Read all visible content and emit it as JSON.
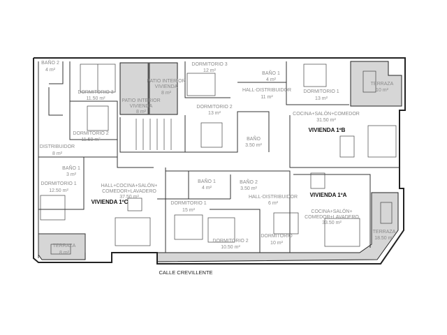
{
  "plan": {
    "street": "CALLE CREVILLENTE",
    "units": [
      {
        "name": "VIVIENDA 1ºC",
        "rooms": [
          {
            "l1": "BAÑO 2",
            "l2": "4 m²"
          },
          {
            "l1": "DORMITORIO 3",
            "l2": "11.50 m²"
          },
          {
            "l1": "DORMITORIO 2",
            "l2": "11.50 m²"
          },
          {
            "l1": "DISTRIBUIDOR",
            "l2": "8 m²"
          },
          {
            "l1": "BAÑO 1",
            "l2": "3 m²"
          },
          {
            "l1": "DORMITORIO 1",
            "l2": "12.50 m²"
          },
          {
            "l1": "HALL+COCINA+SALÓN+",
            "l2": "COMEDOR+LAVADERO",
            "l3": "37.50 m²"
          },
          {
            "l1": "TERRAZA",
            "l2": "8 m²"
          },
          {
            "l1": "PATIO INTERIOR",
            "l2": "VIVIENDA",
            "l3": "8 m²"
          }
        ]
      },
      {
        "name": "VIVIENDA 1ºB",
        "rooms": [
          {
            "l1": "PATIO INTERIOR",
            "l2": "VIVIENDA",
            "l3": "8 m²"
          },
          {
            "l1": "DORMITORIO 3",
            "l2": "12 m²"
          },
          {
            "l1": "DORMITORIO 2",
            "l2": "13 m²"
          },
          {
            "l1": "BAÑO 1",
            "l2": "4 m²"
          },
          {
            "l1": "HALL-DISTRIBUIDOR",
            "l2": "11 m²"
          },
          {
            "l1": "DORMITORIO 1",
            "l2": "13 m²"
          },
          {
            "l1": "TERRAZA",
            "l2": "10 m²"
          },
          {
            "l1": "COCINA+SALÓN+COMEDOR",
            "l2": "31.50 m²"
          },
          {
            "l1": "BAÑO",
            "l2": "3.50 m²"
          }
        ]
      },
      {
        "name": "VIVIENDA 1ºA",
        "rooms": [
          {
            "l1": "BAÑO 1",
            "l2": "4 m²"
          },
          {
            "l1": "BAÑO 2",
            "l2": "3.50 m²"
          },
          {
            "l1": "HALL-DISTRIBUIDOR",
            "l2": "6 m²"
          },
          {
            "l1": "DORMITORIO 1",
            "l2": "15 m²"
          },
          {
            "l1": "DORMITORIO 2",
            "l2": "10.50 m²"
          },
          {
            "l1": "DORMITORIO",
            "l2": "10 m²"
          },
          {
            "l1": "COCINA+SALÓN+",
            "l2": "COMEDOR+LAVADERO",
            "l3": "33.50 m²"
          },
          {
            "l1": "TERRAZA",
            "l2": "18.50 m²"
          }
        ]
      }
    ]
  }
}
